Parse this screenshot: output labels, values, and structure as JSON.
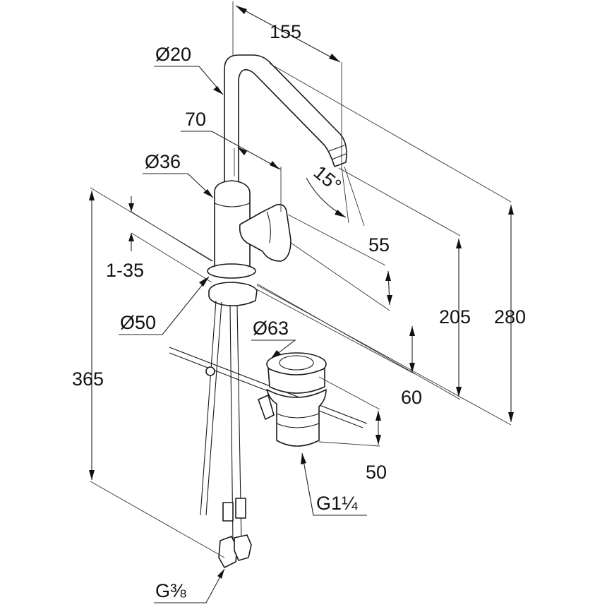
{
  "dimensions": {
    "spout_reach": "155",
    "spout_diameter": "Ø20",
    "lever_offset": "70",
    "body_diameter": "Ø36",
    "spout_angle": "15°",
    "lever_height": "55",
    "deck_thickness_range": "1-35",
    "base_diameter": "Ø50",
    "outlet_height": "205",
    "total_height": "280",
    "hose_length": "365",
    "waste_diameter": "Ø63",
    "base_to_lever": "60",
    "waste_height": "50",
    "waste_thread": "G1¼",
    "supply_thread": "G⅜"
  }
}
